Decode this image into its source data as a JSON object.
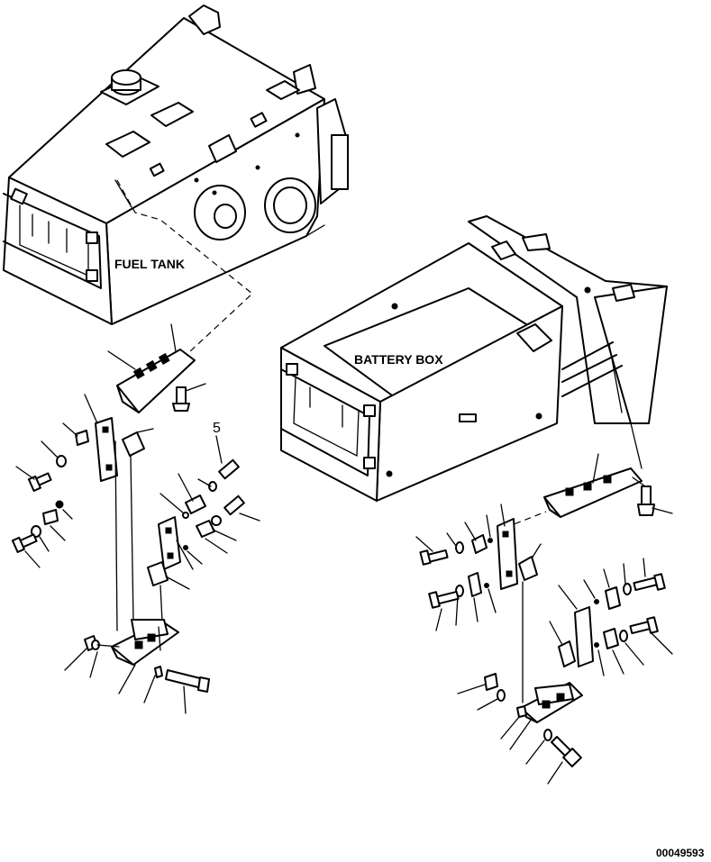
{
  "labels": {
    "fuel_tank": "FUEL TANK",
    "battery_box": "BATTERY BOX",
    "callout_5": "5",
    "drawing_number": "00049593"
  }
}
